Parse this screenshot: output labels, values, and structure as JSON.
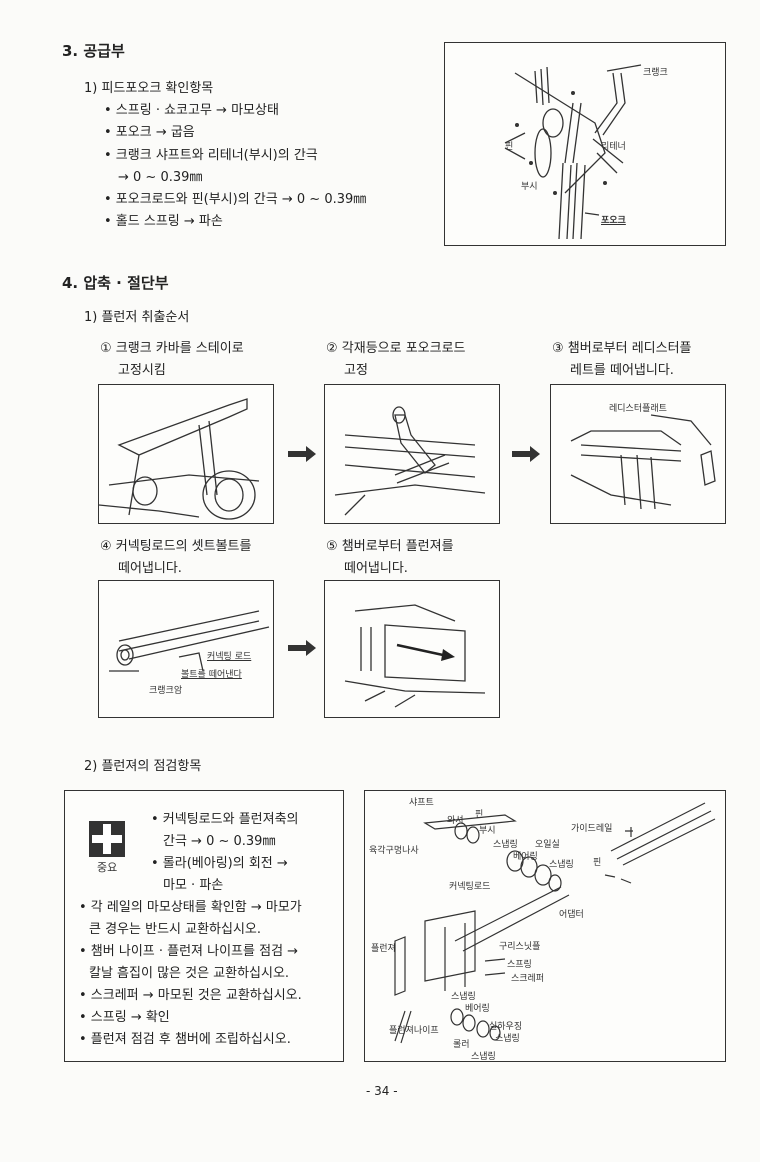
{
  "section3": {
    "title": "3. 공급부",
    "sub1": "1) 피드포오크 확인항목",
    "items": [
      "• 스프링 · 쇼코고무 → 마모상태",
      "• 포오크 → 굽음",
      "• 크랭크 샤프트와 리테너(부시)의 간극",
      "→ 0 ~ 0.39㎜",
      "• 포오크로드와 핀(부시)의 간극 → 0 ~ 0.39㎜",
      "• 홀드 스프링 → 파손"
    ],
    "fig_labels": {
      "crank": "크랭크",
      "retainer": "리테너",
      "pin": "핀",
      "bush": "부시",
      "fork": "포오크"
    }
  },
  "section4": {
    "title": "4. 압축 · 절단부",
    "sub1": "1) 플런저 취출순서",
    "steps": [
      {
        "line1": "① 크랭크 카바를 스테이로",
        "line2": "고정시킴"
      },
      {
        "line1": "② 각재등으로 포오크로드",
        "line2": "고정"
      },
      {
        "line1": "③ 챔버로부터 레디스터플",
        "line2": "레트를 떼어냅니다."
      },
      {
        "line1": "④ 커넥팅로드의 셋트볼트를",
        "line2": "떼어냅니다."
      },
      {
        "line1": "⑤ 챔버로부터 플런져를",
        "line2": "떼어냅니다."
      }
    ],
    "fig3_label": "레디스터플래트",
    "fig4_labels": {
      "rod": "커넥팅 로드",
      "bolt": "볼트를 떼어낸다",
      "arm": "크랭크암"
    },
    "sub2": "2) 플런져의 점검항목",
    "important_label": "중요",
    "imp_items": [
      "• 커넥팅로드와 플런져축의",
      "간극 → 0 ~ 0.39㎜",
      "• 롤라(베아링)의 회전 →",
      "마모 · 파손"
    ],
    "notes": [
      "• 각 레일의 마모상태를 확인함 → 마모가",
      "큰 경우는 반드시 교환하십시오.",
      "• 챔버 나이프 · 플런져 나이프를 점검 →",
      "칼날 흠집이 많은 것은 교환하십시오.",
      "• 스크레퍼 → 마모된 것은 교환하십시오.",
      "• 스프링 → 확인",
      "• 플런져 점검 후 챔버에 조립하십시오."
    ],
    "parts": {
      "shaft": "샤프트",
      "washer": "와셔",
      "pin": "핀",
      "bush": "부시",
      "lube": "육각구멍나사",
      "snap": "스냅링",
      "oilseal": "오일실",
      "bearing": "베어링",
      "snap2": "스냅링",
      "guiderail": "가이드레일",
      "pin2": "핀",
      "rod": "커넥팅로드",
      "adapter": "어댑터",
      "plunger": "플런져",
      "bolt": "구리스닛플",
      "spring": "스프링",
      "scraper": "스크레퍼",
      "snap3": "스냅링",
      "bearing2": "베어링",
      "knife": "플런져나이프",
      "roller": "롤러",
      "oilseal2": "실하우징",
      "snap4": "스냅링",
      "snap5": "스냅링"
    }
  },
  "page_number": "- 34 -"
}
